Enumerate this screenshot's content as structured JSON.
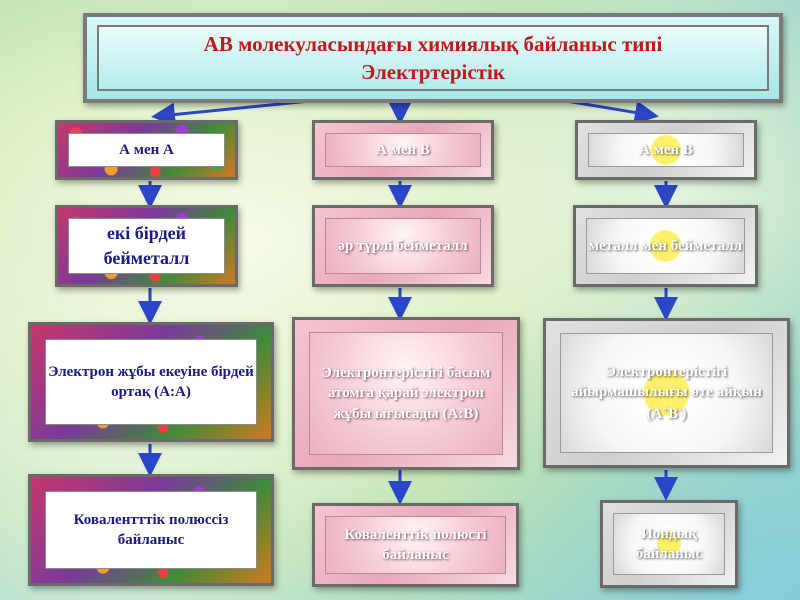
{
  "title": {
    "line1": "АВ молекуласындағы химиялық байланыс типі",
    "line2": "Электртерістік"
  },
  "columns": [
    {
      "header": "А мен А",
      "type": "екі бірдей бейметалл",
      "description": "Электрон жұбы екеуіне бірдей ортақ (А:А)",
      "bond": "Ковалентттік полюссіз байланыс"
    },
    {
      "header": "А мен В",
      "type": "әр түрлі бейметалл",
      "description": "Электронтерістігі басым атомға қарай электрон жұбы ығысады (А:В)",
      "bond": "Коваленттік полюсті байланыс"
    },
    {
      "header": "А мен В",
      "type": "металл мен бейметалл",
      "description_main": "Электронтерістігі айырмашылығы өте айқын",
      "formula": {
        "a": "(А",
        "a_sup": "+",
        "b": "В",
        "b_sup": "-",
        "end": ")"
      },
      "bond": "Иондық байланыс"
    }
  ],
  "colors": {
    "arrow": "#2b46c8",
    "title_text": "#c41818",
    "left_text": "#1a1a8a"
  }
}
